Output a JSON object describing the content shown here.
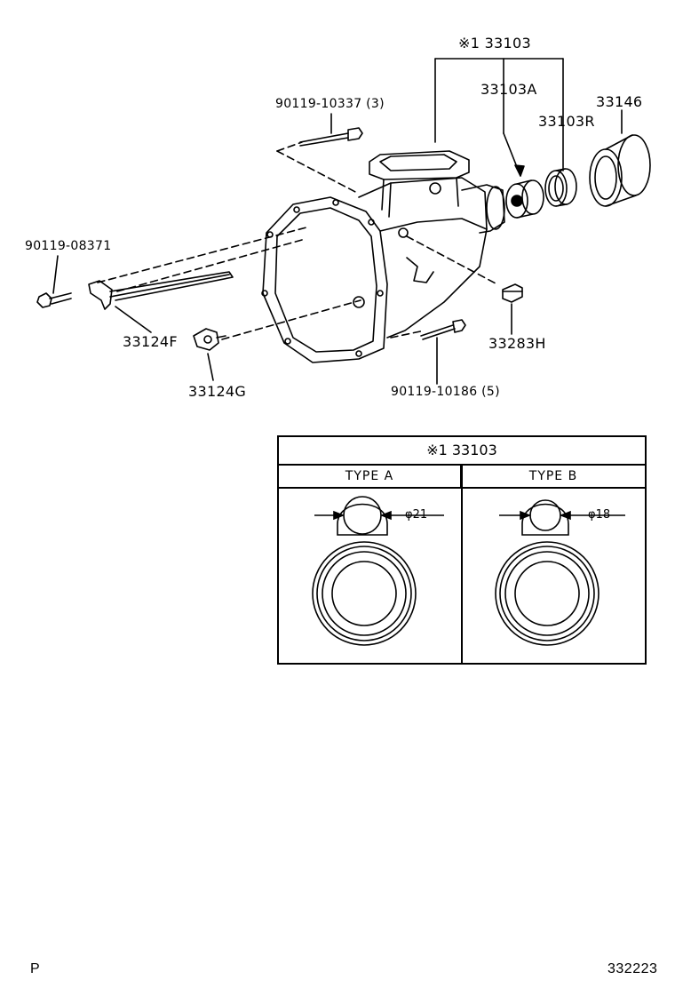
{
  "labels": {
    "assembly": "※1 33103",
    "bushing": "33103A",
    "seal": "33103R",
    "cover": "33146",
    "bolt_top": "90119-10337 (3)",
    "bolt_left": "90119-08371",
    "lever": "33124F",
    "clip": "33124G",
    "plug": "33283H",
    "bolt_bottom": "90119-10186 (5)"
  },
  "detail": {
    "title": "※1 33103",
    "type_a": {
      "label": "TYPE A",
      "dimension": "φ21"
    },
    "type_b": {
      "label": "TYPE B",
      "dimension": "φ18"
    }
  },
  "footer": {
    "left": "P",
    "right": "332223"
  }
}
